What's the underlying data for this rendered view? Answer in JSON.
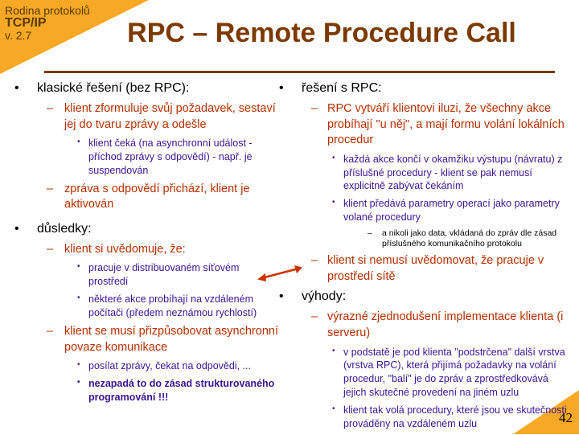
{
  "corner": {
    "line1": "Rodina protokolů",
    "line2": "TCP/IP",
    "line3": "v. 2.7"
  },
  "title": "RPC – Remote Procedure Call",
  "page_number": "42",
  "left": {
    "b1_classic": "klasické řešení (bez RPC):",
    "classic_sub1": "klient zformuluje svůj požadavek, sestaví jej do tvaru zprávy a odešle",
    "classic_sub1_detail": "klient čeká (na asynchronní událost - příchod zprávy s odpovědí) - např. je suspendován",
    "classic_sub2": "zpráva s odpovědí přichází, klient je aktivován",
    "b1_consequences": "důsledky:",
    "cons_sub1": "klient si uvědomuje, že:",
    "cons_sub1_d1": "pracuje v distribuovaném síťovém prostředí",
    "cons_sub1_d2": "některé akce probíhají na vzdáleném počítači (předem neznámou rychlostí)",
    "cons_sub2": "klient se musí přizpůsobovat asynchronní povaze komunikace",
    "cons_sub2_d1": "posílat zprávy, čekat na odpovědi, ...",
    "cons_sub2_d2": "nezapadá to do zásad strukturovaného programování !!!"
  },
  "right": {
    "b1_rpc": "řešení s RPC:",
    "rpc_sub1": "RPC vytváří klientovi iluzi, že všechny akce probíhají \"u něj\", a mají formu volání lokálních procedur",
    "rpc_sub1_d1": "každá akce končí v okamžiku výstupu (návratu) z příslušné procedury - klient se pak nemusí explicitně zabývat čekáním",
    "rpc_sub1_d2": "klient předává parametry operací jako parametry volané procedury",
    "rpc_sub1_d2_note": "a nikoli jako data, vkládaná do zpráv dle zásad příslušného komunikačního protokolu",
    "rpc_sub2": "klient si nemusí uvědomovat, že pracuje v prostředí sítě",
    "b1_advantages": "výhody:",
    "adv_sub1": "výrazné zjednodušení implementace klienta (i serveru)",
    "adv_sub1_d1": "v podstatě je pod klienta \"podstrčena\" další vrstva (vrstva RPC), která přijímá požadavky na volání procedur, \"balí\" je do zpráv a zprostředkovává jejich skutečné provedení na jiném uzlu",
    "adv_sub1_d2": "klient tak volá procedury, které jsou ve skutečnosti prováděny na vzdáleném uzlu"
  },
  "colors": {
    "accent": "#f7a824",
    "title": "#7b3a00",
    "level2": "#b53000",
    "level3": "#3a1590",
    "arrow": "#cc3300"
  }
}
